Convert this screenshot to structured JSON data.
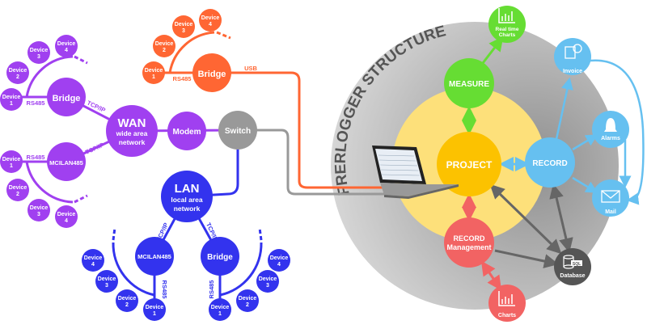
{
  "title": "FRERLOGGER STRUCTURE",
  "colors": {
    "wan": "#a040f0",
    "usb": "#ff6633",
    "switch": "#999999",
    "lan": "#3333ee",
    "project": "#fcc200",
    "measure": "#66dd33",
    "record": "#66c0f0",
    "record_mgmt": "#f26363",
    "database": "#555555",
    "outer": "#bdbdbd",
    "yellow": "#fde07a"
  },
  "wan_net": {
    "wan_title": "WAN",
    "wan_sub1": "wide area",
    "wan_sub2": "network",
    "bridge": "Bridge",
    "mcilan": "MCILAN485",
    "modem": "Modem",
    "switch": "Switch",
    "tcpip": "TCP/IP",
    "rs485": "RS485",
    "devices": [
      {
        "l1": "Device",
        "l2": "1"
      },
      {
        "l1": "Device",
        "l2": "2"
      },
      {
        "l1": "Device",
        "l2": "3"
      },
      {
        "l1": "Device",
        "l2": "4"
      }
    ]
  },
  "usb_net": {
    "bridge": "Bridge",
    "rs485": "RS485",
    "usb": "USB"
  },
  "lan_net": {
    "lan_title": "LAN",
    "lan_sub1": "local area",
    "lan_sub2": "network",
    "mcilan": "MCILAN485",
    "bridge": "Bridge",
    "tcpip": "TCP/IP",
    "rs485": "RS485"
  },
  "structure": {
    "project": "PROJECT",
    "measure": "MEASURE",
    "record": "RECORD",
    "record_mgmt_1": "RECORD",
    "record_mgmt_2": "Management",
    "rt_charts_1": "Real time",
    "rt_charts_2": "Charts",
    "invoice": "Invoice",
    "alarms": "Alarms",
    "mail": "Mail",
    "database": "Database",
    "sql": "SQL",
    "charts": "Charts"
  },
  "icons": [
    "chart-icon",
    "invoice-icon",
    "bell-icon",
    "mail-icon",
    "database-icon",
    "laptop-icon"
  ]
}
